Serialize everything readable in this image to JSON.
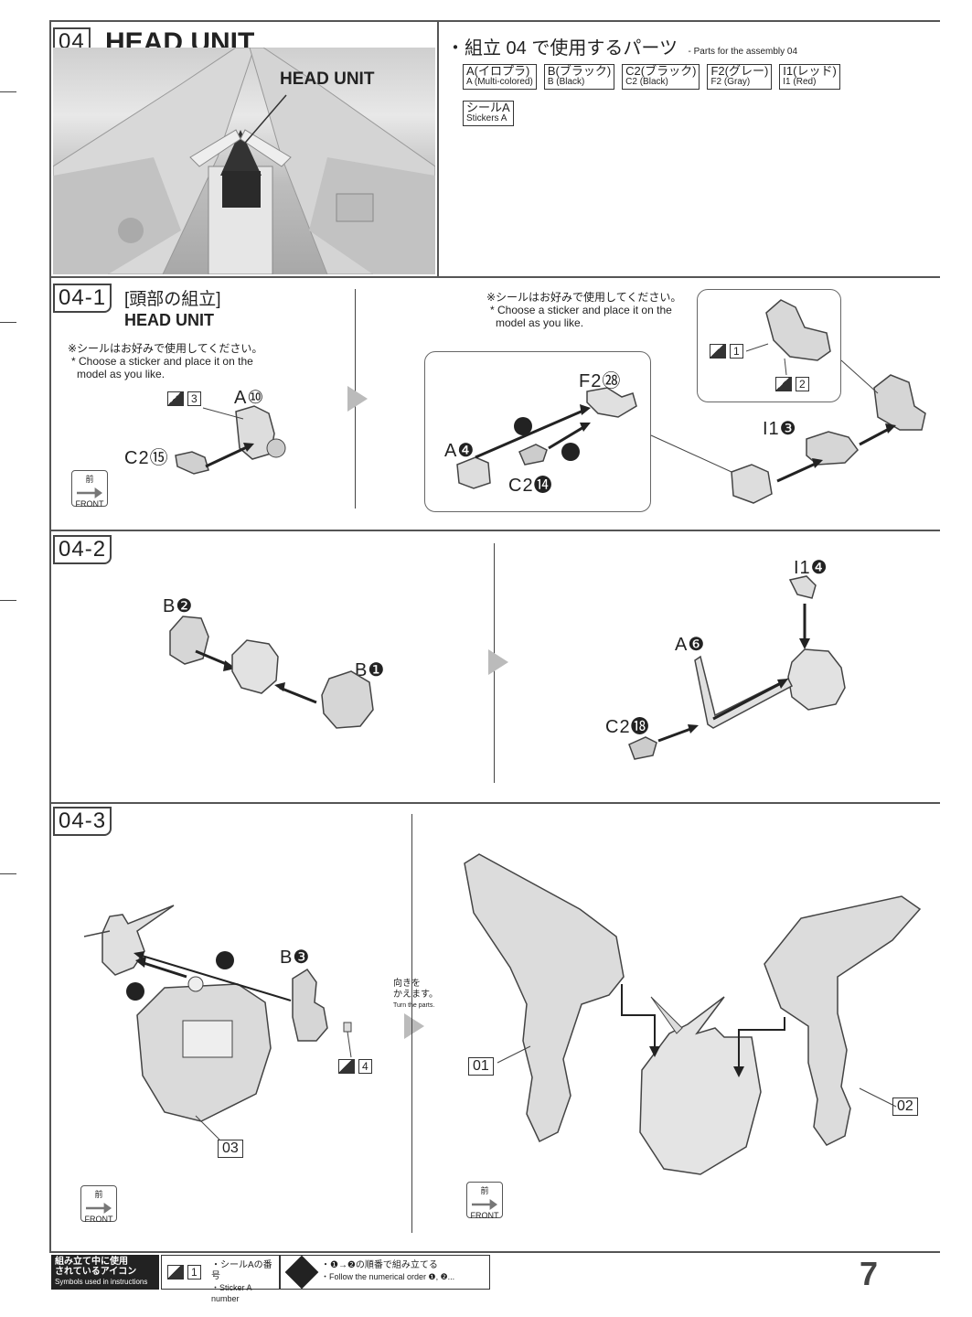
{
  "header": {
    "step_no": "04",
    "title": "HEAD UNIT",
    "photo_label": "HEAD UNIT"
  },
  "parts_used": {
    "title_jp": "・組立 04 で使用するパーツ",
    "title_en": "- Parts for the assembly 04",
    "runners": [
      {
        "jp": "A(イロプラ)",
        "en": "A (Multi-colored)"
      },
      {
        "jp": "B(ブラック)",
        "en": "B (Black)"
      },
      {
        "jp": "C2(ブラック)",
        "en": "C2 (Black)"
      },
      {
        "jp": "F2(グレー)",
        "en": "F2 (Gray)"
      },
      {
        "jp": "I1(レッド)",
        "en": "I1 (Red)"
      }
    ],
    "sticker": {
      "jp": "シールA",
      "en": "Stickers A"
    }
  },
  "step1": {
    "no": "04-1",
    "title_jp": "[頭部の組立]",
    "title_en": "HEAD UNIT",
    "note_jp": "※シールはお好みで使用してください。",
    "note_en_1": "* Choose a sticker and place it on the",
    "note_en_2": "model as you like.",
    "labels": {
      "a10": "A⑩",
      "c2_15": "C2⑮",
      "f2_28": "F2㉘",
      "a4": "A❹",
      "c2_14": "C2⓮",
      "i1_3": "I1❸"
    },
    "stickers": {
      "s3": "3",
      "s1": "1",
      "s2": "2"
    }
  },
  "step2": {
    "no": "04-2",
    "labels": {
      "b2": "B❷",
      "b1": "B❶",
      "i1_4": "I1❹",
      "a6": "A❻",
      "c2_18": "C2⓲"
    }
  },
  "step3": {
    "no": "04-3",
    "labels": {
      "b3": "B❸",
      "s4": "4",
      "p03": "03",
      "p01": "01",
      "p02": "02"
    },
    "turn_jp_1": "向きを",
    "turn_jp_2": "かえます。",
    "turn_en": "Turn the parts."
  },
  "front": {
    "jp": "前",
    "en": "FRONT"
  },
  "footer": {
    "icons_jp_1": "組み立て中に使用",
    "icons_jp_2": "されているアイコン",
    "icons_en": "Symbols used in instructions",
    "sticker_num_jp": "・シールAの番号",
    "sticker_num_en": "・Sticker A number",
    "sticker_sample": "1",
    "order_jp": "・❶→❷の順番で組み立てる",
    "order_en": "・Follow the numerical order ❶, ❷...",
    "page_no": "7"
  }
}
